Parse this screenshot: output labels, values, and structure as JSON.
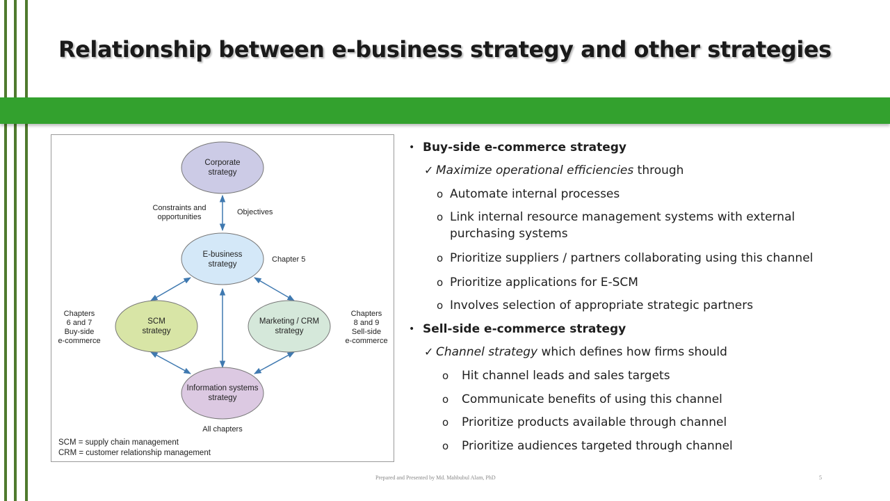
{
  "slide": {
    "title": "Relationship between e-business strategy and other strategies",
    "footer": "Prepared and Presented by Md. Mahbubul Alam, PhD",
    "page_number": "5",
    "colors": {
      "band": "#33a12e",
      "rules": "#4f7a2e"
    }
  },
  "diagram": {
    "nodes": {
      "corporate": [
        "Corporate",
        "strategy"
      ],
      "ebusiness": [
        "E-business",
        "strategy"
      ],
      "scm": [
        "SCM",
        "strategy"
      ],
      "marketing": [
        "Marketing / CRM",
        "strategy"
      ],
      "infosys": [
        "Information systems",
        "strategy"
      ]
    },
    "labels": {
      "constraints": [
        "Constraints and",
        "opportunities"
      ],
      "objectives": "Objectives",
      "chapter5": "Chapter 5",
      "left_chapters": [
        "Chapters",
        "6 and 7",
        "Buy-side",
        "e-commerce"
      ],
      "right_chapters": [
        "Chapters",
        "8 and 9",
        "Sell-side",
        "e-commerce"
      ],
      "all_chapters": "All chapters"
    },
    "notes": [
      "SCM = supply chain management",
      "CRM = customer relationship management"
    ]
  },
  "content": {
    "buy_heading": "Buy-side e-commerce strategy",
    "buy_check_italic": "Maximize operational efficiencies",
    "buy_check_rest": " through",
    "buy_items": [
      "Automate internal processes",
      "Link internal resource management  systems with external purchasing systems",
      "Prioritize suppliers / partners collaborating using this channel",
      "Prioritize applications for E-SCM",
      "Involves selection of appropriate strategic partners"
    ],
    "sell_heading": "Sell-side e-commerce strategy",
    "sell_check_italic": "Channel strategy",
    "sell_check_rest": " which defines how firms should",
    "sell_items": [
      "Hit channel leads and sales targets",
      "Communicate benefits of using this channel",
      "Prioritize products available through channel",
      "Prioritize audiences targeted through channel"
    ]
  }
}
